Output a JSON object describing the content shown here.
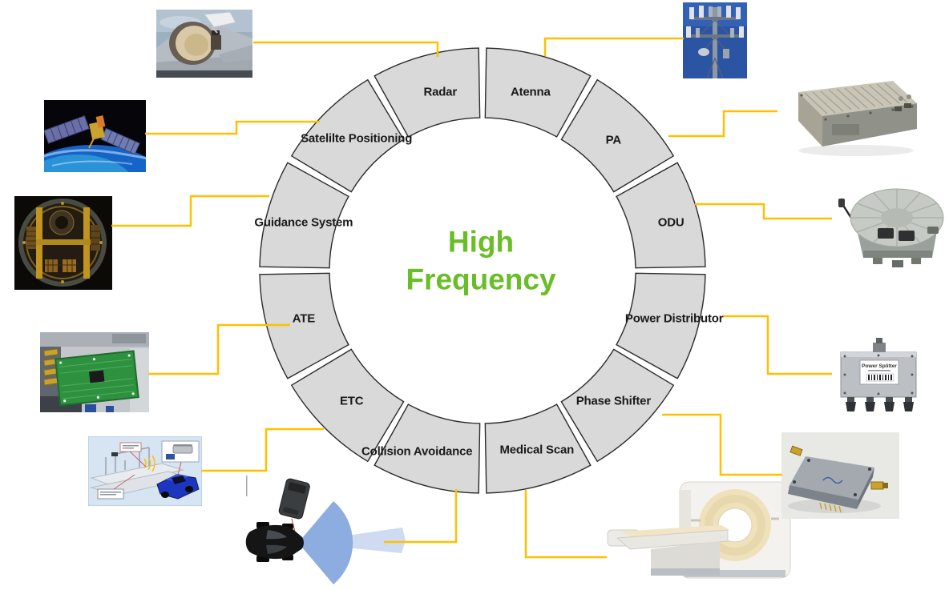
{
  "page": {
    "background": "#ffffff"
  },
  "center": {
    "lines": [
      "High",
      "Frequency"
    ],
    "color": "#69BE28"
  },
  "ring": {
    "segment_fill": "#D9D9D9",
    "segment_border": "#2B2B2B",
    "connector_color": "#FFC000",
    "label_color": "#1A1A1A",
    "segments": [
      {
        "slug": "atenna",
        "label": "Atenna"
      },
      {
        "slug": "pa",
        "label": "PA"
      },
      {
        "slug": "odu",
        "label": "ODU"
      },
      {
        "slug": "power-distributor",
        "label": "Power Distributor"
      },
      {
        "slug": "phase-shifter",
        "label": "Phase Shifter"
      },
      {
        "slug": "medical-scan",
        "label": "Medical Scan"
      },
      {
        "slug": "collision-avoidance",
        "label": "Collision Avoidance"
      },
      {
        "slug": "etc",
        "label": "ETC"
      },
      {
        "slug": "ate",
        "label": "ATE"
      },
      {
        "slug": "guidance-system",
        "label": "Guidance System"
      },
      {
        "slug": "satelilte-positioning",
        "label": "Satelilte Positioning"
      },
      {
        "slug": "radar",
        "label": "Radar"
      }
    ]
  },
  "images": {
    "radar": "fighter-jet-radome-photo",
    "atenna": "cell-tower-antenna-photo",
    "satelilte_positioning": "satellite-in-orbit-photo",
    "guidance_system": "missile-guidance-module-photo",
    "ate": "automatic-test-equipment-pcb-photo",
    "etc": "electronic-toll-collection-diagram",
    "collision_avoidance": "car-radar-beam-illustration",
    "medical_scan": "ct-scanner-photo",
    "phase_shifter": "phase-shifter-module-photo",
    "power_distributor": "power-splitter-photo",
    "odu": "outdoor-unit-photo",
    "pa": "power-amplifier-photo",
    "power_splitter_label": "Power Splitter"
  }
}
